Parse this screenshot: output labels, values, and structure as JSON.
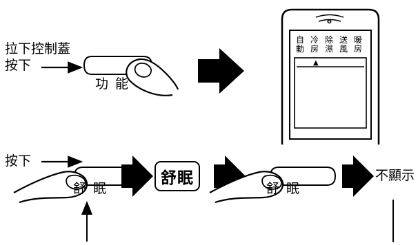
{
  "step1": {
    "instruction_line1": "拉下控制蓋",
    "instruction_line2": "按下",
    "button_label": "功 能"
  },
  "remote": {
    "modes": [
      {
        "label_top": "自",
        "label_bottom": "動"
      },
      {
        "label_top": "冷",
        "label_bottom": "房"
      },
      {
        "label_top": "除",
        "label_bottom": "濕"
      },
      {
        "label_top": "送",
        "label_bottom": "風"
      },
      {
        "label_top": "暖",
        "label_bottom": "房"
      }
    ],
    "indicator": "▲",
    "top_symbol": "o"
  },
  "step2": {
    "instruction": "按下",
    "button_label": "舒 眠",
    "display_badge": "舒眠",
    "second_button_label": "舒 眠",
    "result_text": "不顯示"
  }
}
